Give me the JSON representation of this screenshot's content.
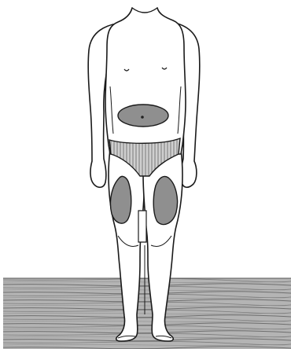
{
  "figure": {
    "subject": "standing-figure-front-view",
    "colors": {
      "background": "#ffffff",
      "outline": "#1a1a1a",
      "highlight": "#8f8f8f",
      "underwear": "#b5b5b5",
      "floor": "#9b9b9b"
    },
    "highlighted_regions": [
      "abdomen",
      "left-thigh",
      "right-thigh"
    ],
    "icons": [
      "navel-mark-icon"
    ]
  }
}
